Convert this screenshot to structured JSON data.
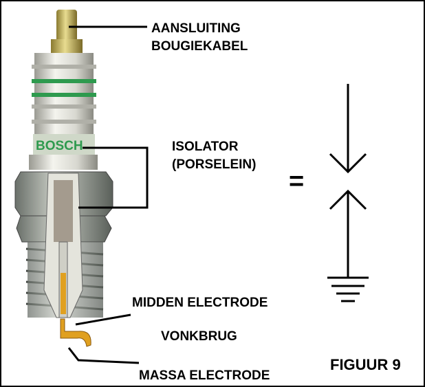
{
  "labels": {
    "connection_line1": "AANSLUITING",
    "connection_line2": "BOUGIEKABEL",
    "insulator_line1": "ISOLATOR",
    "insulator_line2": "(PORSELEIN)",
    "equals": "=",
    "center_electrode": "MIDDEN ELECTRODE",
    "spark_gap": "VONKBRUG",
    "ground_electrode": "MASSA ELECTRODE",
    "figure": "FIGUUR 9"
  },
  "plug_logo": "BOSCH",
  "colors": {
    "green": "#2e9a4e",
    "terminal": "#c9b85a",
    "porcelain": "#e8e8e0",
    "metal": "#8a8f8a",
    "electrode": "#e0a020"
  }
}
